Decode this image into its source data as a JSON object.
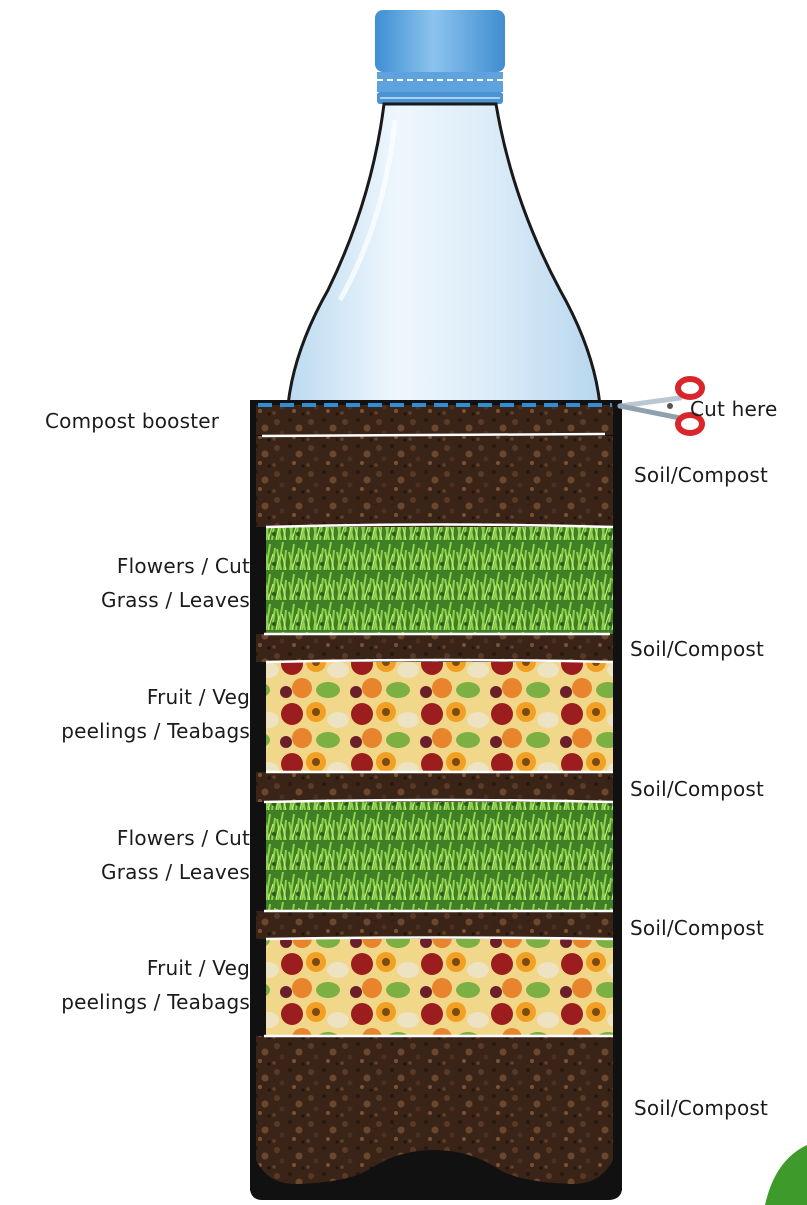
{
  "title": "",
  "cut_label": "Cut here",
  "left_labels": {
    "compost_booster": "Compost booster",
    "greens_1": [
      "Flowers  /  Cut",
      "Grass / Leaves"
    ],
    "fruit_1": [
      "Fruit / Veg",
      "peelings / Teabags"
    ],
    "greens_2": [
      "Flowers  /  Cut",
      "Grass / Leaves"
    ],
    "fruit_2": [
      "Fruit / Veg",
      "peelings / Teabags"
    ]
  },
  "right_labels": {
    "soil_1": "Soil/Compost",
    "soil_2": "Soil/Compost",
    "soil_3": "Soil/Compost",
    "soil_4": "Soil/Compost",
    "soil_5": "Soil/Compost"
  },
  "layers_top_to_bottom": [
    "Compost booster",
    "Soil/Compost",
    "Flowers / Cut Grass / Leaves",
    "Soil/Compost",
    "Fruit / Veg peelings / Teabags",
    "Soil/Compost",
    "Flowers / Cut Grass / Leaves",
    "Soil/Compost",
    "Fruit / Veg peelings / Teabags",
    "Soil/Compost"
  ],
  "colors": {
    "cap": "#5fa6e0",
    "bottle_glass": "#cfe6f5",
    "soil": "#3b2518",
    "grass": "#4f9a2e",
    "cut_line": "#2f8fd6",
    "scissors": "#d8262c"
  }
}
